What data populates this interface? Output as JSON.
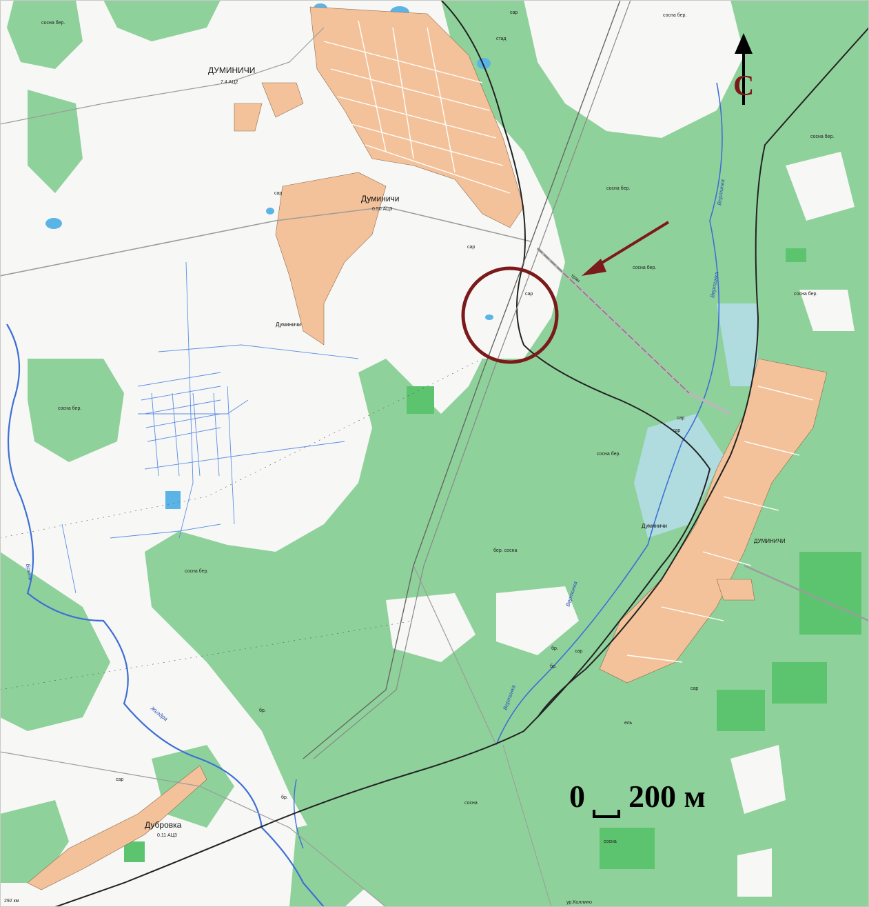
{
  "map": {
    "colors": {
      "forest": "#8fd19b",
      "forest_dark": "#5cc46e",
      "open": "#f7f7f5",
      "settlement": "#f3c29a",
      "water": "#5ab4e5",
      "river": "#3d6fd6",
      "railway": "#222222",
      "road": "#9c9c9c",
      "marker": "#7b1a1a"
    },
    "north_label": "С",
    "north_icon": "north-arrow-icon",
    "marker_icon": "target-circle-icon",
    "scale": {
      "zero": "0",
      "value": "200 м"
    },
    "settlements": [
      {
        "id": "duminichi-top",
        "name": "ДУМИНИЧИ",
        "sub": "7.4 АЦ2"
      },
      {
        "id": "duminichi-mid",
        "name": "Думиничи",
        "sub": "0.50 АЦ3"
      },
      {
        "id": "duminichi-west",
        "name": "Думиничи",
        "sub": ""
      },
      {
        "id": "duminichi-station",
        "name": "Думиничи",
        "sub": ""
      },
      {
        "id": "duminichi-east",
        "name": "ДУМИНИЧИ",
        "sub": ""
      },
      {
        "id": "dubrovka",
        "name": "Дубровка",
        "sub": "0.11 АЦ3"
      }
    ],
    "rivers": [
      {
        "id": "vertinka-1",
        "name": "Вертинка"
      },
      {
        "id": "vertinka-2",
        "name": "Вертинка"
      },
      {
        "id": "vertinka-3",
        "name": "Вертинка"
      },
      {
        "id": "vertinka-4",
        "name": "Вертинка"
      },
      {
        "id": "bryn",
        "name": "Брынь"
      },
      {
        "id": "zhizdra",
        "name": "Жиздра"
      }
    ],
    "small_labels": {
      "sar": "сар",
      "stad": "стад",
      "pine_birch": "сосна бер.",
      "birch_pine": "бер. сосна",
      "pine": "сосна",
      "spruce": "ель",
      "br": "бр.",
      "km": "292 км",
      "kollino": "ур.Коллино",
      "tranch": "тран"
    }
  }
}
